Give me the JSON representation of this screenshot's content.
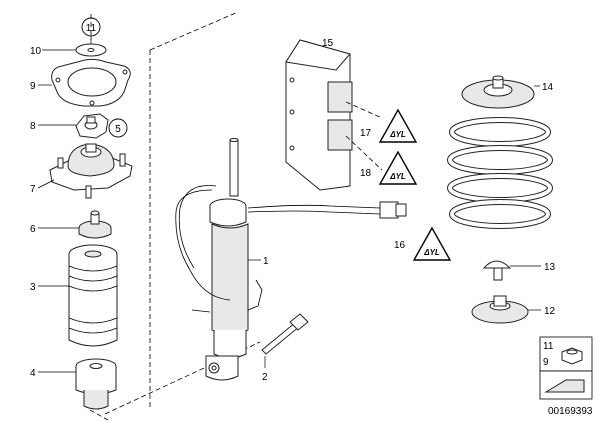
{
  "callouts": {
    "c1": "1",
    "c2": "2",
    "c3": "3",
    "c4": "4",
    "c5": "5",
    "c6": "6",
    "c7": "7",
    "c8": "8",
    "c9": "9",
    "c10": "10",
    "c11": "11",
    "c12": "12",
    "c13": "13",
    "c14": "14",
    "c15": "15",
    "c16": "16",
    "c17": "17",
    "c18": "18"
  },
  "warning_text": "ΔYL",
  "legend": {
    "n11": "11",
    "n9": "9"
  },
  "diagram_id": "00169393"
}
